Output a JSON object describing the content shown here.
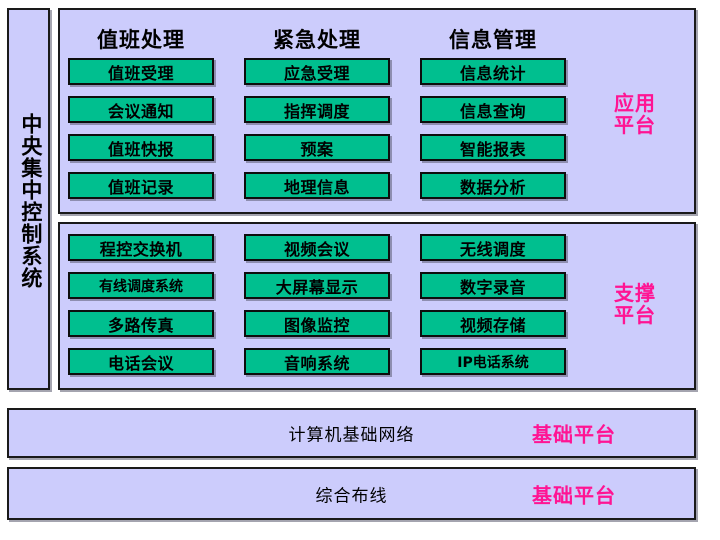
{
  "spine": {
    "label": "中央集中控制系统"
  },
  "app_platform": {
    "tag": "应用\n平台",
    "tag_line1": "应用",
    "tag_line2": "平台",
    "columns": [
      {
        "header": "值班处理",
        "items": [
          "值班受理",
          "会议通知",
          "值班快报",
          "值班记录"
        ]
      },
      {
        "header": "紧急处理",
        "items": [
          "应急受理",
          "指挥调度",
          "预案",
          "地理信息"
        ]
      },
      {
        "header": "信息管理",
        "items": [
          "信息统计",
          "信息查询",
          "智能报表",
          "数据分析"
        ]
      }
    ]
  },
  "support_platform": {
    "tag_line1": "支撑",
    "tag_line2": "平台",
    "columns": [
      {
        "items": [
          "程控交换机",
          "有线调度系统",
          "多路传真",
          "电话会议"
        ]
      },
      {
        "items": [
          "视频会议",
          "大屏幕显示",
          "图像监控",
          "音响系统"
        ]
      },
      {
        "items": [
          "无线调度",
          "数字录音",
          "视频存储",
          "IP电话系统"
        ]
      }
    ]
  },
  "bars": [
    {
      "title": "计算机基础网络",
      "tag": "基础平台"
    },
    {
      "title": "综合布线",
      "tag": "基础平台"
    }
  ],
  "colors": {
    "panel_background": "#CCCCFC",
    "module_green": "#00BF8F",
    "border": "#1A1A1A",
    "platform_tag": "#FF1493",
    "text": "#000000",
    "page_background": "#FFFFFF"
  }
}
